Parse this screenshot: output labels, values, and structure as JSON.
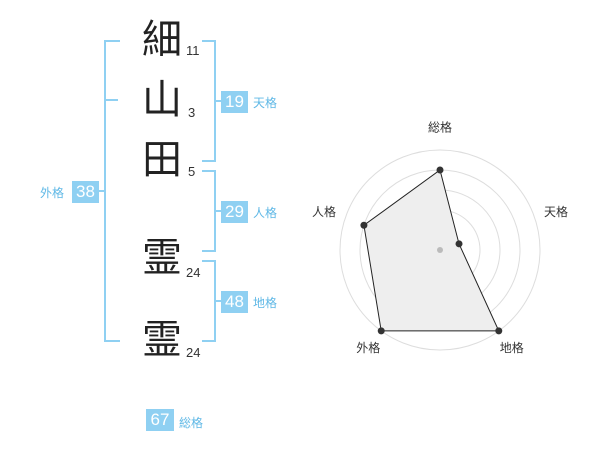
{
  "name_chars": [
    {
      "char": "細",
      "strokes": "11"
    },
    {
      "char": "山",
      "strokes": "3"
    },
    {
      "char": "田",
      "strokes": "5"
    },
    {
      "char": "霊",
      "strokes": "24"
    },
    {
      "char": "霊",
      "strokes": "24"
    }
  ],
  "kaku": {
    "tenkaku": {
      "value": "19",
      "label": "天格"
    },
    "jinkaku": {
      "value": "29",
      "label": "人格"
    },
    "chikaku": {
      "value": "48",
      "label": "地格"
    },
    "gaikaku": {
      "value": "38",
      "label": "外格"
    },
    "soukaku": {
      "value": "67",
      "label": "総格"
    }
  },
  "colors": {
    "accent": "#8fd0f2",
    "label_text": "#5fb8e6",
    "radar_fill": "#eeeeee"
  },
  "chart_data": {
    "type": "radar",
    "axes": [
      "総格",
      "天格",
      "地格",
      "外格",
      "人格"
    ],
    "values": [
      4,
      1,
      5,
      5,
      4
    ],
    "scale_max": 5,
    "rings": 5
  }
}
